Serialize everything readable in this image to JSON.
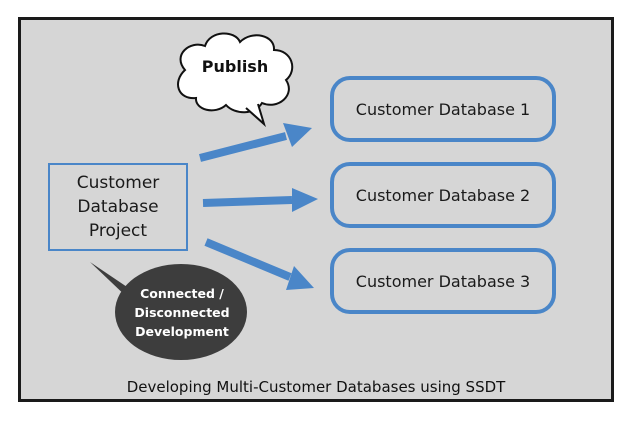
{
  "project": {
    "lines": [
      "Customer",
      "Database",
      "Project"
    ]
  },
  "databases": [
    {
      "label": "Customer Database 1"
    },
    {
      "label": "Customer Database 2"
    },
    {
      "label": "Customer Database 3"
    }
  ],
  "callouts": {
    "publish": "Publish",
    "development": [
      "Connected /",
      "Disconnected",
      "Development"
    ]
  },
  "caption": "Developing Multi-Customer Databases using SSDT",
  "colors": {
    "accent": "#4a86c8",
    "background": "#d6d6d6",
    "dark_bubble": "#3d3d3d"
  }
}
